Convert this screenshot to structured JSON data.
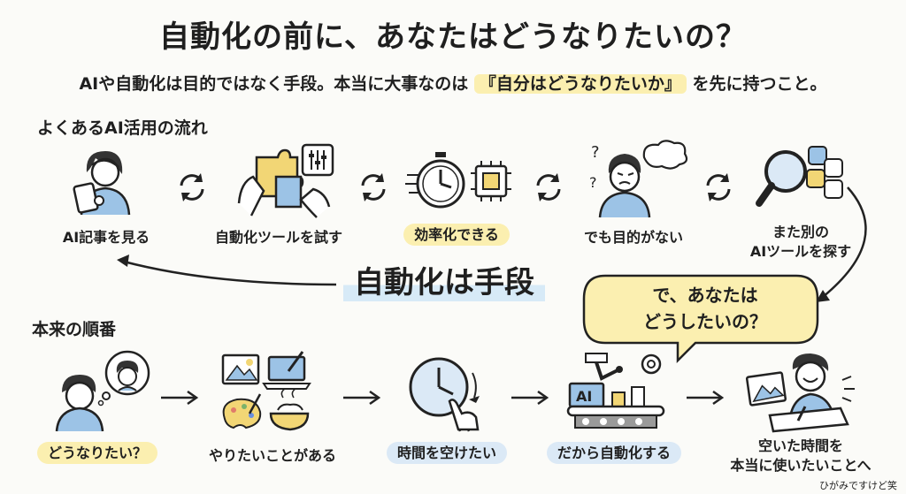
{
  "title": "自動化の前に、あなたはどうなりたいの？",
  "subtitle": {
    "before": "AIや自動化は目的ではなく手段。本当に大事なのは",
    "highlight": "『自分はどうなりたいか』",
    "after": "を先に持つこと。"
  },
  "section_common": "よくあるAI活用の流れ",
  "common_steps": [
    {
      "label": "AI記事を見る",
      "icon": "person-tablet-icon"
    },
    {
      "label": "自動化ツールを試す",
      "icon": "puzzle-hands-icon"
    },
    {
      "label": "効率化できる",
      "icon": "stopwatch-chip-icon"
    },
    {
      "label": "でも目的がない",
      "icon": "confused-person-icon"
    },
    {
      "label_line1": "また別の",
      "label_line2": "AIツールを探す",
      "icon": "magnifier-apps-icon"
    }
  ],
  "center_label": "自動化は手段",
  "speech_bubble": {
    "line1": "で、あなたは",
    "line2": "どうしたいの？"
  },
  "section_proper": "本来の順番",
  "proper_steps": [
    {
      "label": "どうなりたい？",
      "icon": "thinking-person-icon"
    },
    {
      "label": "やりたいことがある",
      "icon": "hobbies-icon"
    },
    {
      "label": "時間を空けたい",
      "icon": "clock-hand-icon"
    },
    {
      "label": "だから自動化する",
      "icon": "ai-factory-icon",
      "icon_text": "AI"
    },
    {
      "label_line1": "空いた時間を",
      "label_line2": "本当に使いたいことへ",
      "icon": "happy-person-drawing-icon"
    }
  ],
  "signature": "ひがみですけど笑",
  "colors": {
    "highlight_yellow": "#fbefb0",
    "highlight_blue": "#dbe9f6",
    "accent_yellow": "#f2d675",
    "accent_blue": "#9cc3e6",
    "ink": "#1f1f1f"
  }
}
